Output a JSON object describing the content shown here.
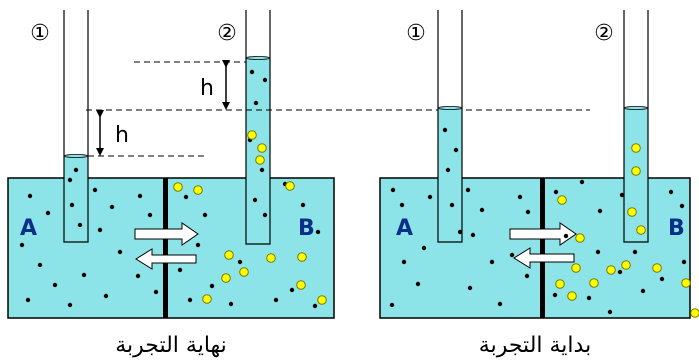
{
  "colors": {
    "water": "#8de4e8",
    "particle": "#000000",
    "solute": "#ffff00",
    "solute_outline": "#7a7a00",
    "label_blue": "#0b2f86",
    "arrow_fill": "#ffffff"
  },
  "panels": {
    "end": {
      "caption": "نهاية التجربة",
      "tube1_label": "①",
      "tube2_label": "②",
      "label_a": "A",
      "label_b": "B",
      "h_upper": "h",
      "h_lower": "h"
    },
    "start": {
      "caption": "بداية التجربة",
      "tube1_label": "①",
      "tube2_label": "②",
      "label_a": "A",
      "label_b": "B"
    }
  }
}
